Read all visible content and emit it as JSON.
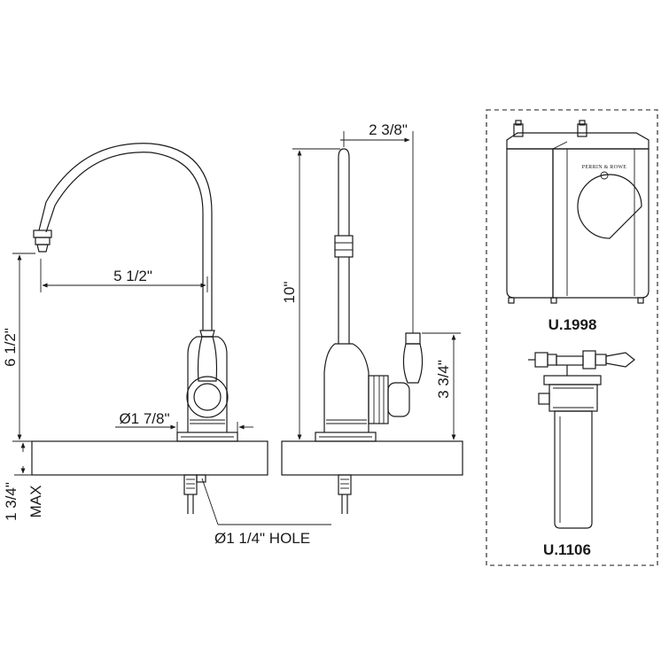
{
  "dimensions": {
    "spout_reach": "5 1/2\"",
    "spout_height": "6 1/2\"",
    "base_diameter": "Ø1 7/8\"",
    "max_deck_thickness": "1 3/4\"",
    "max_label": "MAX",
    "mounting_hole": "Ø1 1/4\" HOLE",
    "spout_projection": "2 3/8\"",
    "overall_height": "10\"",
    "handle_height": "3 3/4\""
  },
  "components": {
    "tank_model": "U.1998",
    "filter_model": "U.1106",
    "tank_brand": "PERRIN & ROWE"
  },
  "colors": {
    "line": "#1a1a1a",
    "background": "#ffffff",
    "tank_fill": "#f7f7f7",
    "tank_face": "#e6e6e6",
    "filter_fill": "#ededed"
  }
}
